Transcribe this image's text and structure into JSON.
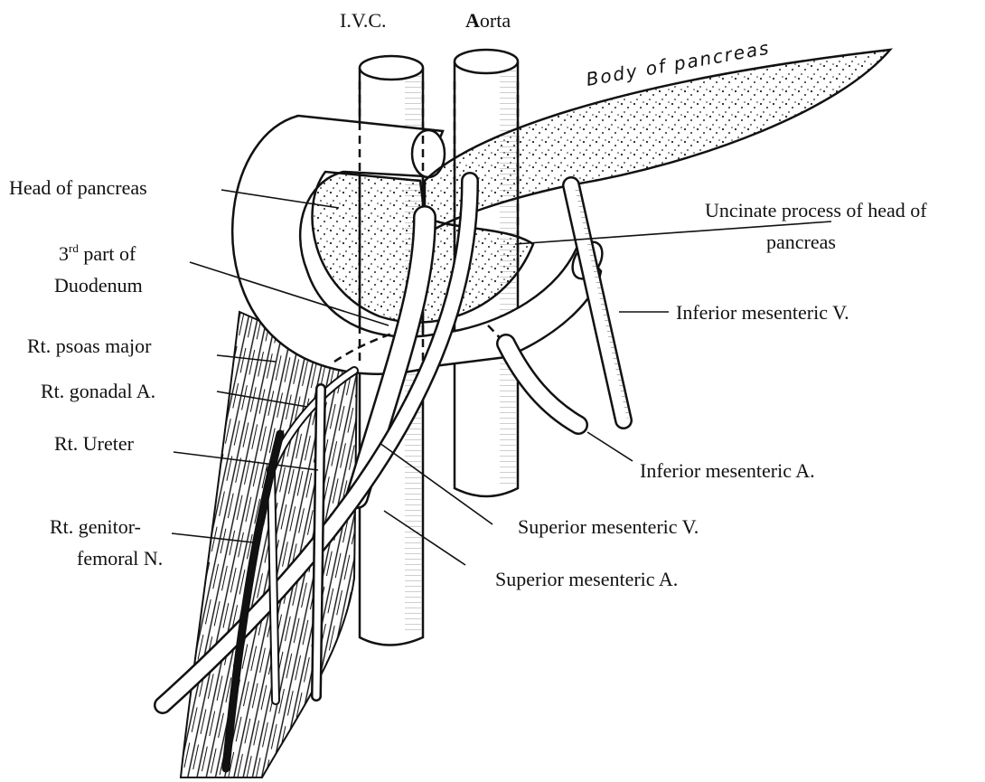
{
  "labels": {
    "ivc": "I.V.C.",
    "aorta_first": "A",
    "aorta_rest": "orta",
    "body_of_pancreas": "Body of pancreas",
    "head_of_pancreas": "Head of pancreas",
    "uncinate_line1": "Uncinate process of head of",
    "uncinate_line2": "pancreas",
    "third_part_ordinal": "3",
    "third_part_sup": "rd",
    "third_part_rest": " part of",
    "third_part_line2": "Duodenum",
    "inferior_mesenteric_v": "Inferior mesenteric V.",
    "rt_psoas_major": "Rt. psoas major",
    "rt_gonadal_a": "Rt. gonadal A.",
    "rt_ureter": "Rt. Ureter",
    "inferior_mesenteric_a": "Inferior mesenteric A.",
    "rt_genitofemoral_line1": "Rt. genitor-",
    "rt_genitofemoral_line2": "femoral N.",
    "superior_mesenteric_v": "Superior mesenteric V.",
    "superior_mesenteric_a": "Superior mesenteric A."
  }
}
